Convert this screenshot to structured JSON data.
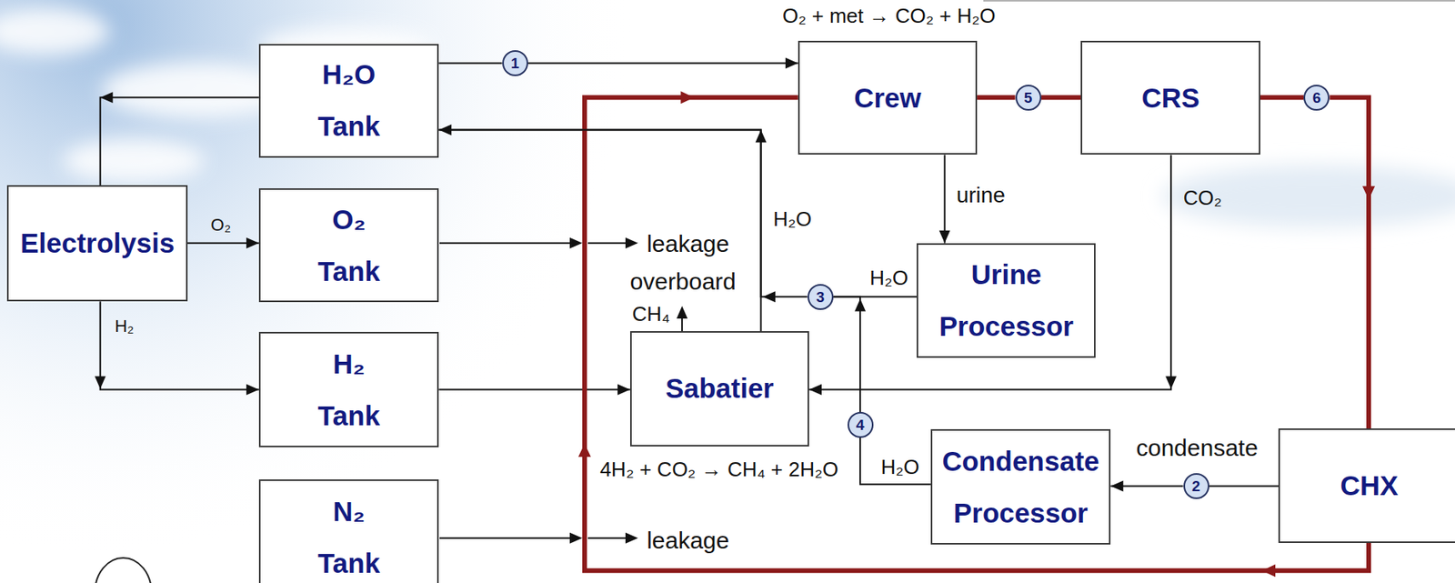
{
  "diagram": {
    "nodes": [
      {
        "text": [
          "H₂O Tank"
        ]
      },
      {
        "text": [
          "Electrolysis"
        ]
      },
      {
        "text": [
          "O₂ Tank"
        ]
      },
      {
        "text": [
          "H₂ Tank"
        ]
      },
      {
        "text": [
          "N₂ Tank"
        ]
      },
      {
        "text": [
          "1"
        ]
      },
      {
        "text": [
          "Crew"
        ]
      },
      {
        "text": [
          "5"
        ]
      },
      {
        "text": [
          "CRS"
        ]
      },
      {
        "text": [
          "6"
        ]
      },
      {
        "text": [
          "Urine Processor"
        ]
      },
      {
        "text": [
          "3"
        ]
      },
      {
        "text": [
          "Sabatier"
        ]
      },
      {
        "text": [
          "4"
        ]
      },
      {
        "text": [
          "Condensate Processor"
        ]
      },
      {
        "text": [
          "2"
        ]
      },
      {
        "text": [
          "CHX"
        ]
      }
    ],
    "edges": [
      {
        "from": 0,
        "to": 5,
        "arrow": "none"
      },
      {
        "from": 5,
        "to": 6,
        "arrow": "to"
      },
      {
        "from": 0,
        "to": 1,
        "arrow": "to"
      },
      {
        "from": 1,
        "to": 2,
        "label": "O₂",
        "arrow": "to"
      },
      {
        "from": 1,
        "to": 3,
        "label": "H₂",
        "arrow": "to"
      },
      {
        "from": 3,
        "to": 12,
        "arrow": "to"
      },
      {
        "from": 12,
        "to": 0,
        "label": "H₂O",
        "arrow": "to"
      },
      {
        "from": 6,
        "to": 7,
        "arrow": "none"
      },
      {
        "from": 7,
        "to": 8,
        "arrow": "none"
      },
      {
        "from": 8,
        "to": 9,
        "arrow": "none"
      },
      {
        "from": 9,
        "to": 16,
        "arrow": "to"
      },
      {
        "from": 16,
        "to": 6,
        "arrow": "to"
      },
      {
        "from": 6,
        "to": 10,
        "label": "urine",
        "arrow": "to"
      },
      {
        "from": 8,
        "to": 12,
        "label": "CO₂",
        "arrow": "to"
      },
      {
        "from": 10,
        "to": 11,
        "label": "H₂O",
        "arrow": "none"
      },
      {
        "from": 11,
        "to": 0,
        "arrow": "to"
      },
      {
        "from": 14,
        "to": 13,
        "label": "H₂O",
        "arrow": "none"
      },
      {
        "from": 13,
        "to": 11,
        "arrow": "to"
      },
      {
        "from": 16,
        "to": 15,
        "label": "condensate",
        "arrow": "none"
      },
      {
        "from": 15,
        "to": 14,
        "arrow": "to"
      }
    ],
    "labels": [
      "O₂ + met → CO₂ + H₂O",
      "leakage",
      "overboard",
      "CH₄",
      "4H₂ + CO₂ → CH₄ + 2H₂O",
      "leakage"
    ]
  }
}
